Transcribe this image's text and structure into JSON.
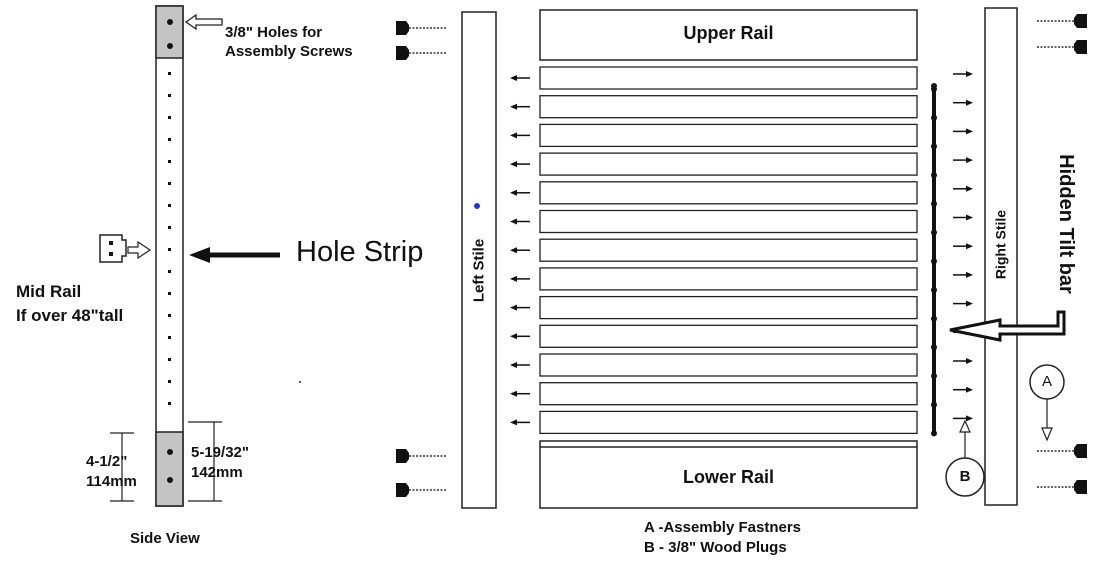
{
  "side_view": {
    "title": "Side View",
    "holes_note_line1": "3/8\" Holes for",
    "holes_note_line2": "Assembly Screws",
    "hole_strip_label": "Hole Strip",
    "mid_rail_line1": "Mid Rail",
    "mid_rail_line2": "If over 48\"tall",
    "dim_left_line1": "4-1/2\"",
    "dim_left_line2": "114mm",
    "dim_right_line1": "5-19/32\"",
    "dim_right_line2": "142mm"
  },
  "front_view": {
    "upper_rail": "Upper Rail",
    "lower_rail": "Lower Rail",
    "left_stile": "Left Stile",
    "right_stile": "Right Stile",
    "tilt_bar": "Hidden Tilt bar",
    "louver_count": 13,
    "marker_a": "A",
    "marker_b": "B"
  },
  "legend": {
    "line_a": "A -Assembly Fastners",
    "line_b": "B - 3/8\" Wood Plugs"
  }
}
